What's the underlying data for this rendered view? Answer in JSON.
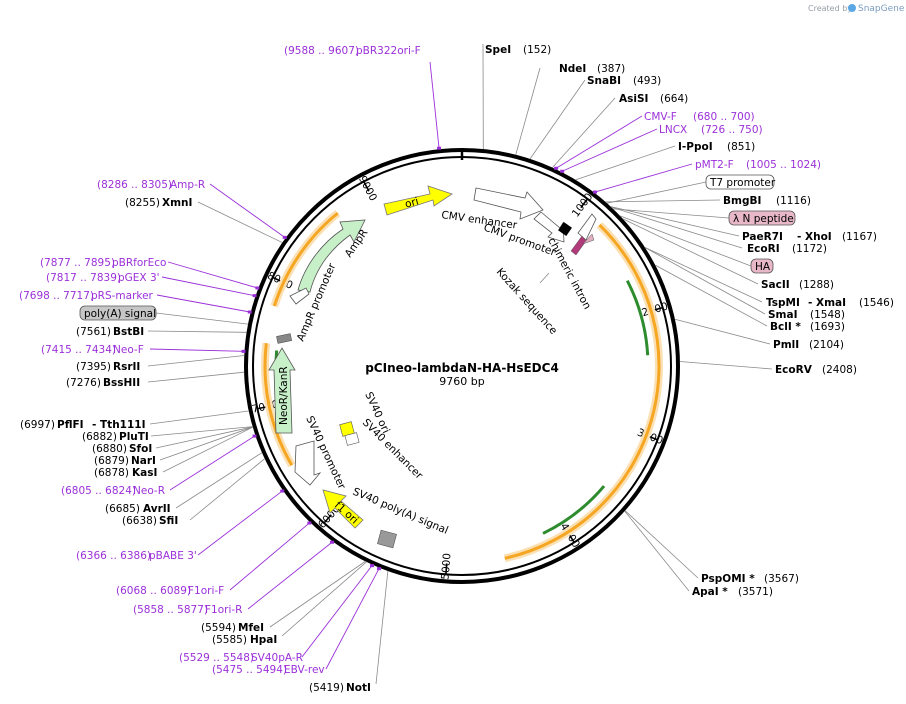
{
  "watermark": {
    "created_by": "Created by",
    "brand": "SnapGene"
  },
  "plasmid": {
    "name": "pCIneo-lambdaN-HA-HsEDC4",
    "length_label": "9760 bp",
    "length": 9760
  },
  "colors": {
    "primer": "#9b30d9",
    "orange_feature": "#f5a623",
    "green_feature": "#2e8b2e",
    "yellow_feature": "#ffff00"
  },
  "ticks": [
    {
      "bp": 1000,
      "label": "1000"
    },
    {
      "bp": 2000,
      "label": "2000"
    },
    {
      "bp": 3000,
      "label": "3000"
    },
    {
      "bp": 4000,
      "label": "4000"
    },
    {
      "bp": 5000,
      "label": "5000"
    },
    {
      "bp": 6000,
      "label": "6000"
    },
    {
      "bp": 7000,
      "label": "7000"
    },
    {
      "bp": 8000,
      "label": "8000"
    },
    {
      "bp": 9000,
      "label": "9000"
    }
  ],
  "sites": [
    {
      "name": "SpeI",
      "pos": "(152)",
      "bp": 152
    },
    {
      "name": "NdeI",
      "pos": "(387)",
      "bp": 387
    },
    {
      "name": "SnaBI",
      "pos": "(493)",
      "bp": 493
    },
    {
      "name": "AsiSI",
      "pos": "(664)",
      "bp": 664
    },
    {
      "name": "I-PpoI",
      "pos": "(851)",
      "bp": 851
    },
    {
      "name": "BmgBI",
      "pos": "(1116)",
      "bp": 1116
    },
    {
      "name": "PaeR7I",
      "name2": "- XhoI",
      "pos": "(1167)",
      "bp": 1167
    },
    {
      "name": "EcoRI",
      "pos": "(1172)",
      "bp": 1172
    },
    {
      "name": "SacII",
      "pos": "(1288)",
      "bp": 1288
    },
    {
      "name": "TspMI",
      "name2": "- XmaI",
      "pos": "(1546)",
      "bp": 1546
    },
    {
      "name": "SmaI",
      "pos": "(1548)",
      "bp": 1548
    },
    {
      "name": "BclI *",
      "pos": "(1693)",
      "bp": 1693
    },
    {
      "name": "PmlI",
      "pos": "(2104)",
      "bp": 2104
    },
    {
      "name": "EcoRV",
      "pos": "(2408)",
      "bp": 2408
    },
    {
      "name": "PspOMI *",
      "pos": "(3567)",
      "bp": 3567
    },
    {
      "name": "ApaI *",
      "pos": "(3571)",
      "bp": 3571
    },
    {
      "name": "NotI",
      "pos": "(5419)",
      "bp": 5419
    },
    {
      "name": "HpaI",
      "pos": "(5585)",
      "bp": 5585
    },
    {
      "name": "MfeI",
      "pos": "(5594)",
      "bp": 5594
    },
    {
      "name": "SfiI",
      "pos": "(6638)",
      "bp": 6638
    },
    {
      "name": "AvrII",
      "pos": "(6685)",
      "bp": 6685
    },
    {
      "name": "KasI",
      "pos": "(6878)",
      "bp": 6878
    },
    {
      "name": "NarI",
      "pos": "(6879)",
      "bp": 6879
    },
    {
      "name": "SfoI",
      "pos": "(6880)",
      "bp": 6880
    },
    {
      "name": "PluTI",
      "pos": "(6882)",
      "bp": 6882
    },
    {
      "name": "PflFI",
      "name2": "- Tth111I",
      "pos": "(6997)",
      "bp": 6997
    },
    {
      "name": "BssHII",
      "pos": "(7276)",
      "bp": 7276
    },
    {
      "name": "RsrII",
      "pos": "(7395)",
      "bp": 7395
    },
    {
      "name": "BstBI",
      "pos": "(7561)",
      "bp": 7561
    },
    {
      "name": "XmnI",
      "pos": "(8255)",
      "bp": 8255
    }
  ],
  "primers": [
    {
      "range": "(9588 .. 9607)",
      "name": "pBR322ori-F",
      "bp": 9597
    },
    {
      "range": "(680 .. 700)",
      "name": "CMV-F",
      "bp": 690
    },
    {
      "range": "(726 .. 750)",
      "name": "LNCX",
      "bp": 738
    },
    {
      "range": "(1005 .. 1024)",
      "name": "pMT2-F",
      "bp": 1014
    },
    {
      "range": "(8286 .. 8305)",
      "name": "Amp-R",
      "bp": 8295
    },
    {
      "range": "(7877 .. 7895)",
      "name": "pBRforEco",
      "bp": 7886
    },
    {
      "range": "(7817 .. 7839)",
      "name": "pGEX 3'",
      "bp": 7828
    },
    {
      "range": "(7698 .. 7717)",
      "name": "pRS-marker",
      "bp": 7707
    },
    {
      "range": "(7415 .. 7434)",
      "name": "Neo-F",
      "bp": 7424
    },
    {
      "range": "(6805 .. 6824)",
      "name": "Neo-R",
      "bp": 6814
    },
    {
      "range": "(6366 .. 6386)",
      "name": "pBABE 3'",
      "bp": 6376
    },
    {
      "range": "(6068 .. 6089)",
      "name": "F1ori-F",
      "bp": 6078
    },
    {
      "range": "(5858 .. 5877)",
      "name": "F1ori-R",
      "bp": 5867
    },
    {
      "range": "(5529 .. 5548)",
      "name": "SV40pA-R",
      "bp": 5538
    },
    {
      "range": "(5475 .. 5494)",
      "name": "EBV-rev",
      "bp": 5484
    }
  ],
  "boxed_labels": {
    "t7": "T7 promoter",
    "lambda_n": "λ N peptide",
    "ha": "HA",
    "polya": "poly(A) signal"
  },
  "features": {
    "ori": "ori",
    "cmv_enhancer": "CMV enhancer",
    "cmv_promoter": "CMV promoter",
    "chimeric_intron": "chimeric intron",
    "kozak": "Kozak sequence",
    "ampr": "AmpR",
    "ampr_promoter": "AmpR promoter",
    "neo": "NeoR/KanR",
    "sv40_promoter": "SV40 promoter",
    "sv40_ori": "SV40 ori",
    "sv40_enhancer": "SV40 enhancer",
    "f1_ori": "f1 ori",
    "sv40_polya": "SV40 poly(A) signal"
  }
}
